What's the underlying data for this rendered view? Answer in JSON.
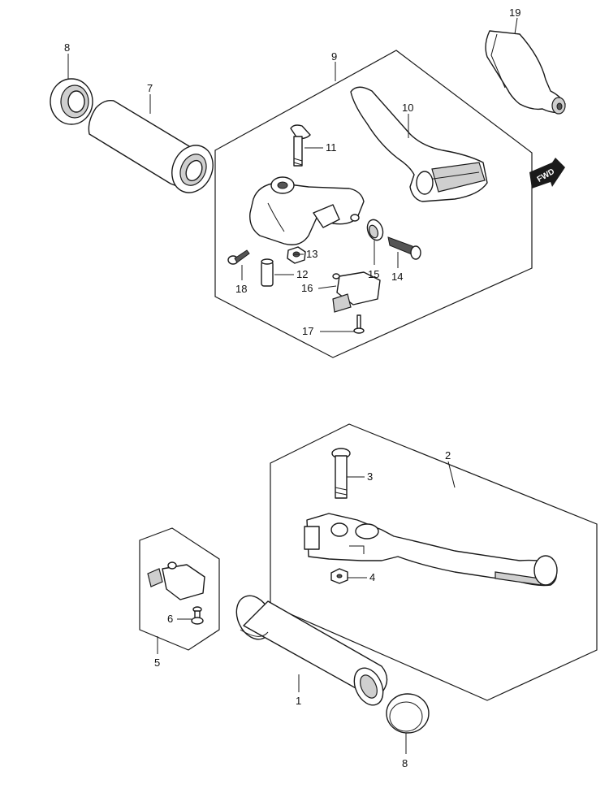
{
  "diagram": {
    "callouts": {
      "p1": "1",
      "p2": "2",
      "p3": "3",
      "p4": "4",
      "p5": "5",
      "p6": "6",
      "p7": "7",
      "p8_top": "8",
      "p8_bottom": "8",
      "p9": "9",
      "p10": "10",
      "p11": "11",
      "p12": "12",
      "p13": "13",
      "p14": "14",
      "p15": "15",
      "p16": "16",
      "p17": "17",
      "p18": "18",
      "p19": "19"
    },
    "direction_badge": "FWD",
    "icons": {
      "direction": "forward-arrow-icon"
    },
    "colors": {
      "line": "#1a1a1a",
      "shade": "#cfcfcf",
      "dark": "#555555",
      "background": "#ffffff"
    }
  }
}
